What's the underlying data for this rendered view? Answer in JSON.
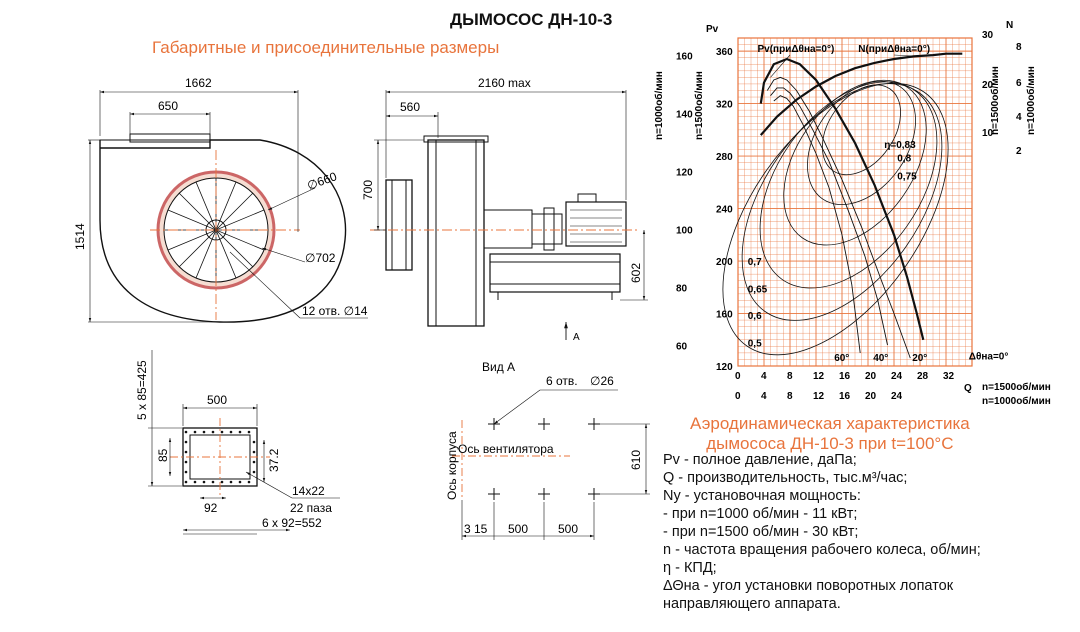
{
  "header": {
    "title": "ДЫМОСОС ДН-10-3",
    "subtitle": "Габаритные и присоединительные размеры"
  },
  "drawing": {
    "front": {
      "width_total": "1662",
      "outlet_offset": "650",
      "height": "1514",
      "dia_outer": "∅660",
      "dia_inner": "∅702",
      "holes": "12 отв. ∅14"
    },
    "side": {
      "length_max": "2160 max",
      "length_inlet": "560",
      "height_inlet": "700",
      "height_base": "602",
      "arrow_label": "А"
    },
    "flange": {
      "side_dim": "5 x 85=425",
      "top_width": "500",
      "pitch_v": "85",
      "right_dim": "37.2",
      "pitch_h": "92",
      "slot": "14x22",
      "slot_count": "22 паза",
      "bottom_dim": "6 x 92=552"
    },
    "view_a": {
      "title": "Вид А",
      "holes": "6 отв.",
      "hole_dia": "∅26",
      "axis_fan": "Ось вентилятора",
      "axis_housing": "Ось корпуса",
      "height": "610",
      "dim_a": "3 15",
      "dim_b": "500",
      "dim_c": "500"
    }
  },
  "chart_data": {
    "type": "line",
    "title_lines": [
      "Аэродинамическая характеристика",
      "дымососа ДН-10-3 при t=100°C"
    ],
    "y_axis_label": "Pv",
    "y_axis_1500_label": "n=1500об/мин",
    "y_axis_1000_label": "n=1000об/мин",
    "y_ticks_1500": [
      "360",
      "320",
      "280",
      "240",
      "200",
      "160",
      "120"
    ],
    "y_ticks_1000": [
      "160",
      "140",
      "120",
      "100",
      "80",
      "60"
    ],
    "x_label": "Q",
    "x_axis_1500_label": "n=1500об/мин",
    "x_axis_1000_label": "n=1000об/мин",
    "x_ticks_1500": [
      "0",
      "4",
      "8",
      "12",
      "16",
      "20",
      "24",
      "28",
      "32"
    ],
    "x_ticks_1000": [
      "0",
      "4",
      "8",
      "12",
      "16",
      "20",
      "24"
    ],
    "n_axis_label": "N",
    "n_ticks_1500": [
      "30",
      "20",
      "10"
    ],
    "n_ticks_1000": [
      "8",
      "6",
      "4",
      "2"
    ],
    "pv_curve_label": "Pv(приΔθна=0°)",
    "n_curve_label": "N(приΔθна=0°)",
    "efficiency_labels": [
      "η=0,83",
      "0,8",
      "0,75",
      "0,7",
      "0,65",
      "0,6",
      "0,5"
    ],
    "angle_labels": [
      "60°",
      "40°",
      "20°",
      "Δθна=0°"
    ],
    "series": [
      {
        "name": "Pv(приΔθна=0°)",
        "x": [
          3.5,
          4,
          5.5,
          7.5,
          9.5,
          12,
          15,
          18,
          21,
          24,
          26,
          27.5,
          28.5
        ],
        "y": [
          320,
          336,
          350,
          354,
          350,
          338,
          316,
          290,
          258,
          220,
          188,
          160,
          140
        ]
      },
      {
        "name": "N(приΔθна=0°)",
        "x": [
          3.5,
          6,
          9,
          12,
          15,
          18,
          21,
          24,
          27,
          30,
          32,
          34.5
        ],
        "y": [
          296,
          310,
          323,
          333,
          341,
          347,
          351,
          354,
          356,
          357,
          358,
          358
        ]
      },
      {
        "x": [
          4.5,
          5.5,
          6.5,
          7.5,
          9,
          11,
          13,
          16,
          19,
          22,
          24,
          26.5
        ],
        "y": [
          330,
          338,
          340,
          338,
          330,
          314,
          294,
          262,
          226,
          186,
          160,
          126
        ]
      },
      {
        "x": [
          5,
          6,
          7,
          8,
          9.5,
          11.5,
          14,
          17,
          19.5,
          21.5,
          23
        ],
        "y": [
          326,
          332,
          332,
          328,
          318,
          300,
          276,
          238,
          204,
          170,
          136
        ]
      },
      {
        "x": [
          5.5,
          6.5,
          7.5,
          8.5,
          10,
          12,
          14,
          16,
          17.5,
          18.8
        ],
        "y": [
          322,
          326,
          324,
          318,
          304,
          282,
          256,
          220,
          182,
          130
        ]
      }
    ]
  },
  "legend_lines": [
    "Pv - полное давление, даПа;",
    "Q - производительность, тыс.м³/час;",
    "Ny - установочная мощность:",
    "- при n=1000 об/мин - 11 кВт;",
    "- при n=1500 об/мин - 30 кВт;",
    "n - частота вращения рабочего колеса, об/мин;",
    "η - КПД;",
    "ΔΘна - угол установки поворотных лопаток",
    "направляющего аппарата."
  ],
  "colors": {
    "grid": "#e8743c",
    "accent": "#e8743c",
    "line": "#111111"
  }
}
